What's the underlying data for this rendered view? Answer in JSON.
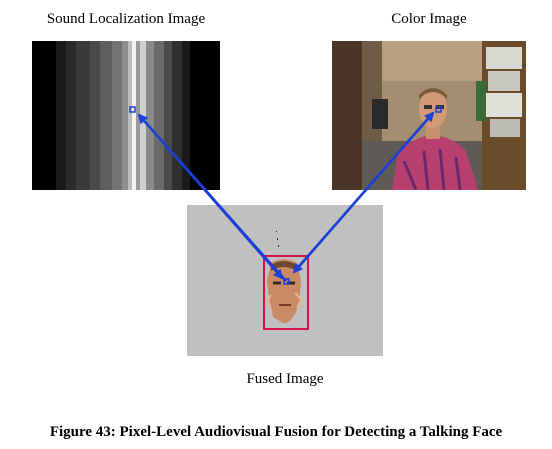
{
  "figure": {
    "sound_title": "Sound Localization Image",
    "color_title": "Color Image",
    "fused_title": "Fused Image",
    "caption": "Figure 43: Pixel-Level Audiovisual Fusion for Detecting a Talking Face"
  },
  "colors": {
    "arrow": "#1c3fd6",
    "face_box": "#d4144a",
    "marker": "#1c3fd6",
    "fused_background": "#c0c0c0"
  },
  "icons": {
    "marker": "square-marker-icon",
    "arrowheads": "arrowhead-icon"
  }
}
